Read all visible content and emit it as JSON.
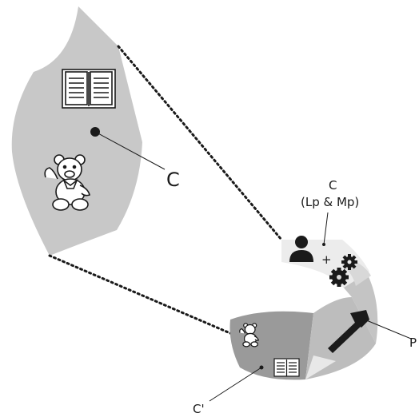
{
  "labels": {
    "c_big": "C",
    "c_top": "C",
    "c_top_sub": "(Lp & Mp)",
    "plus": "+",
    "p": "P",
    "c_prime": "C'"
  },
  "colors": {
    "sector_big": "#c8c8c8",
    "segment_top": "#ececec",
    "segment_middle": "#d4d4d4",
    "segment_lower": "#bdbdbd",
    "segment_bottom": "#9a9a9a",
    "ink": "#1a1a1a"
  },
  "icons": {
    "big_sector": [
      "book-icon",
      "teddy-bear-icon"
    ],
    "top_segment": [
      "person-icon",
      "gears-icon"
    ],
    "middle_segment": [
      "hammer-icon"
    ],
    "bottom_segment": [
      "teddy-bear-icon",
      "book-icon"
    ]
  }
}
